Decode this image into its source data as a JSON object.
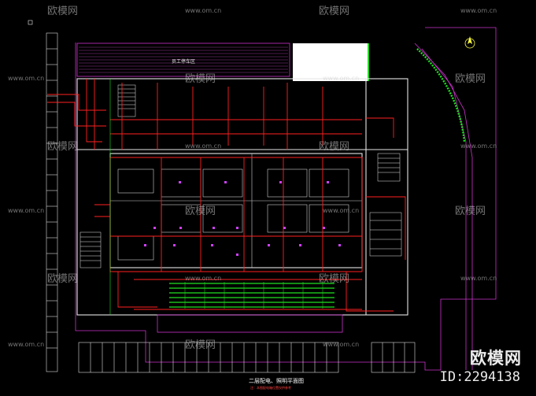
{
  "drawing": {
    "zone_label": "员工停车区",
    "title": "二层配电、照明平面图",
    "note": "注：本图配电箱位置仅供参考"
  },
  "watermark": {
    "brand": "欧模网",
    "url": "www.om.cn",
    "id_text": "ID:2294138"
  },
  "colors": {
    "background": "#000000",
    "wall_white": "#e6e6e6",
    "circuit_red": "#ff2020",
    "lighting_green": "#20e020",
    "boundary_magenta": "#cc33cc",
    "accent_yellow": "#ffff40",
    "room_purple": "#d040ff"
  }
}
